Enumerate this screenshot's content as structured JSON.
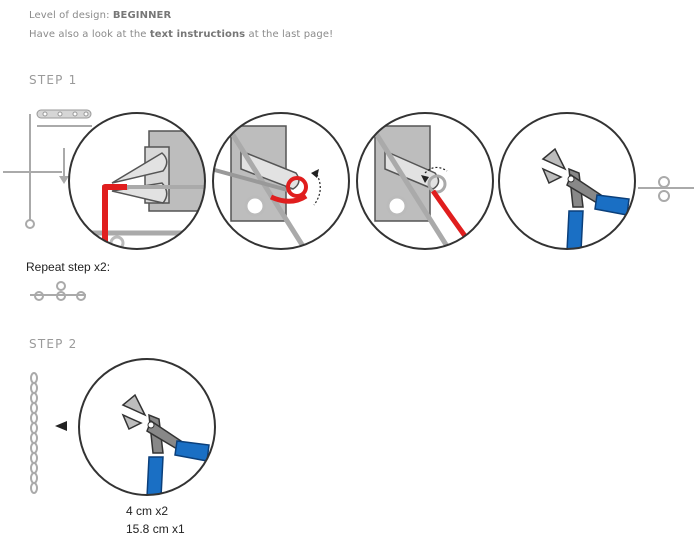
{
  "header": {
    "level_prefix": "Level of design: ",
    "level_value": "BEGINNER",
    "note_prefix": "Have also a look at the ",
    "note_bold": "text instructions",
    "note_suffix": " at the last page!"
  },
  "step1": {
    "label": "STEP 1",
    "repeat_text": "Repeat step x2:"
  },
  "step2": {
    "label": "STEP 2",
    "lengths": [
      "4 cm x2",
      "15.8 cm x1"
    ]
  },
  "colors": {
    "wire_red": "#e01e1e",
    "plier_blue": "#1a6fc4",
    "outline": "#333333",
    "gray": "#9a9a9a"
  }
}
